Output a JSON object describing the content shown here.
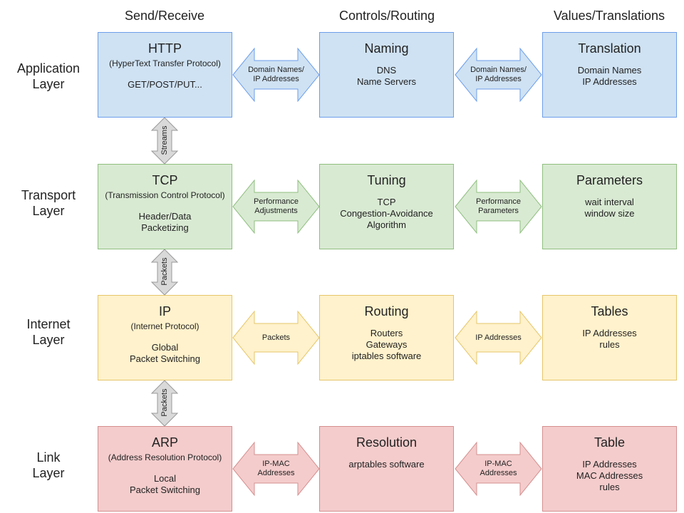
{
  "columns": [
    "Send/Receive",
    "Controls/Routing",
    "Values/Translations"
  ],
  "layers": [
    {
      "label_line1": "Application",
      "label_line2": "Layer",
      "boxes": [
        {
          "title": "HTTP",
          "subtitle": "(HyperText Transfer Protocol)",
          "body": [
            "GET/POST/PUT..."
          ]
        },
        {
          "title": "Naming",
          "subtitle": "",
          "body": [
            "DNS",
            "Name Servers"
          ]
        },
        {
          "title": "Translation",
          "subtitle": "",
          "body": [
            "Domain Names",
            "IP Addresses"
          ]
        }
      ],
      "h_arrows": [
        [
          "Domain Names/",
          "IP Addresses"
        ],
        [
          "Domain Names/",
          "IP Addresses"
        ]
      ]
    },
    {
      "label_line1": "Transport",
      "label_line2": "Layer",
      "boxes": [
        {
          "title": "TCP",
          "subtitle": "(Transmission Control Protocol)",
          "body": [
            "Header/Data",
            "Packetizing"
          ]
        },
        {
          "title": "Tuning",
          "subtitle": "",
          "body": [
            "TCP",
            "Congestion-Avoidance",
            "Algorithm"
          ]
        },
        {
          "title": "Parameters",
          "subtitle": "",
          "body": [
            "wait interval",
            "window size"
          ]
        }
      ],
      "h_arrows": [
        [
          "Performance",
          "Adjustments"
        ],
        [
          "Performance",
          "Parameters"
        ]
      ]
    },
    {
      "label_line1": "Internet",
      "label_line2": "Layer",
      "boxes": [
        {
          "title": "IP",
          "subtitle": "(Internet Protocol)",
          "body": [
            "Global",
            "Packet Switching"
          ]
        },
        {
          "title": "Routing",
          "subtitle": "",
          "body": [
            "Routers",
            "Gateways",
            "iptables software"
          ]
        },
        {
          "title": "Tables",
          "subtitle": "",
          "body": [
            "IP Addresses",
            "rules"
          ]
        }
      ],
      "h_arrows": [
        [
          "Packets"
        ],
        [
          "IP Addresses"
        ]
      ]
    },
    {
      "label_line1": "Link",
      "label_line2": "Layer",
      "boxes": [
        {
          "title": "ARP",
          "subtitle": "(Address Resolution Protocol)",
          "body": [
            "Local",
            "Packet Switching"
          ]
        },
        {
          "title": "Resolution",
          "subtitle": "",
          "body": [
            "arptables software"
          ]
        },
        {
          "title": "Table",
          "subtitle": "",
          "body": [
            "IP Addresses",
            "MAC Addresses",
            "rules"
          ]
        }
      ],
      "h_arrows": [
        [
          "IP-MAC",
          "Addresses"
        ],
        [
          "IP-MAC",
          "Addresses"
        ]
      ]
    }
  ],
  "v_arrows": [
    "Streams",
    "Packets",
    "Packets"
  ],
  "colors": {
    "blue": "#cfe2f3",
    "green": "#d9ead3",
    "yellow": "#fff2cc",
    "red": "#f4cccc",
    "v_arrow": "#d9d9d9"
  }
}
